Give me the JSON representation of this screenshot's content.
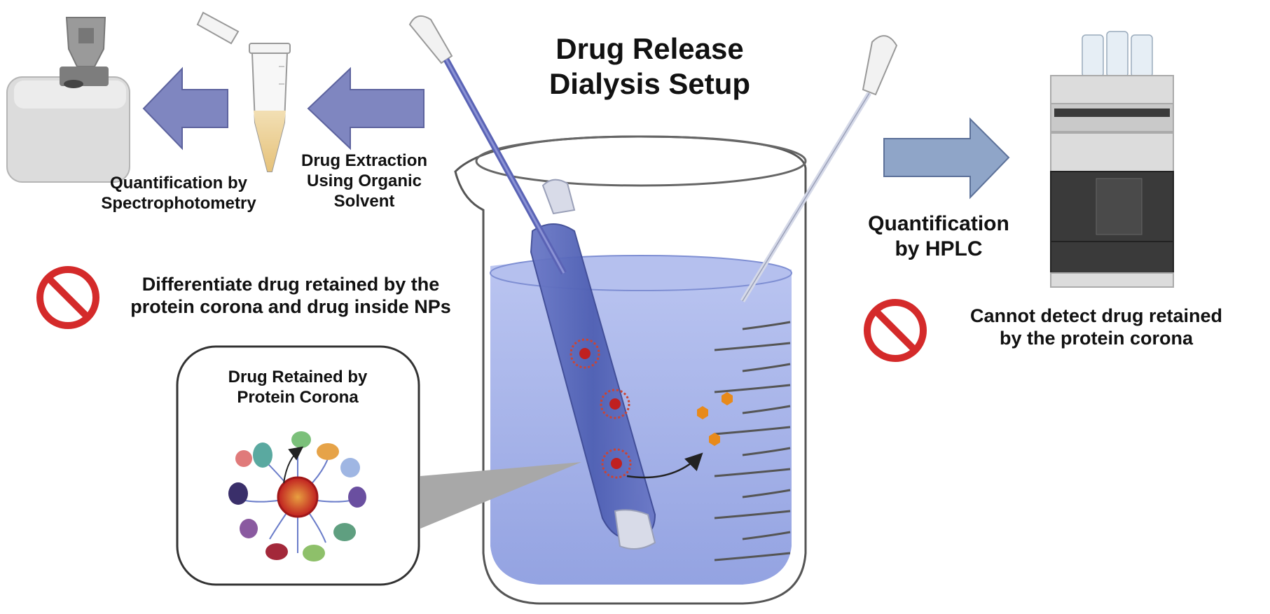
{
  "title": {
    "line1": "Drug Release",
    "line2": "Dialysis Setup"
  },
  "left_flow": {
    "spectro_label": {
      "line1": "Quantification by",
      "line2": "Spectrophotometry"
    },
    "extraction_label": {
      "line1": "Drug Extraction",
      "line2": "Using Organic",
      "line3": "Solvent"
    }
  },
  "left_warning": {
    "line1": "Differentiate drug retained by the",
    "line2": "protein corona and drug inside NPs"
  },
  "inset": {
    "line1": "Drug Retained by",
    "line2": "Protein Corona"
  },
  "right_flow": {
    "hplc_label": {
      "line1": "Quantification",
      "line2": "by HPLC"
    }
  },
  "right_warning": {
    "line1": "Cannot detect drug retained",
    "line2": "by the protein corona"
  },
  "colors": {
    "arrow_purple": "#7f86c0",
    "arrow_blue": "#8fa5c8",
    "prohibit_red": "#d42a2a",
    "water_blue": "#8e9ee0",
    "bag_blue": "#5566b8",
    "drug_orange": "#e88a1a"
  }
}
